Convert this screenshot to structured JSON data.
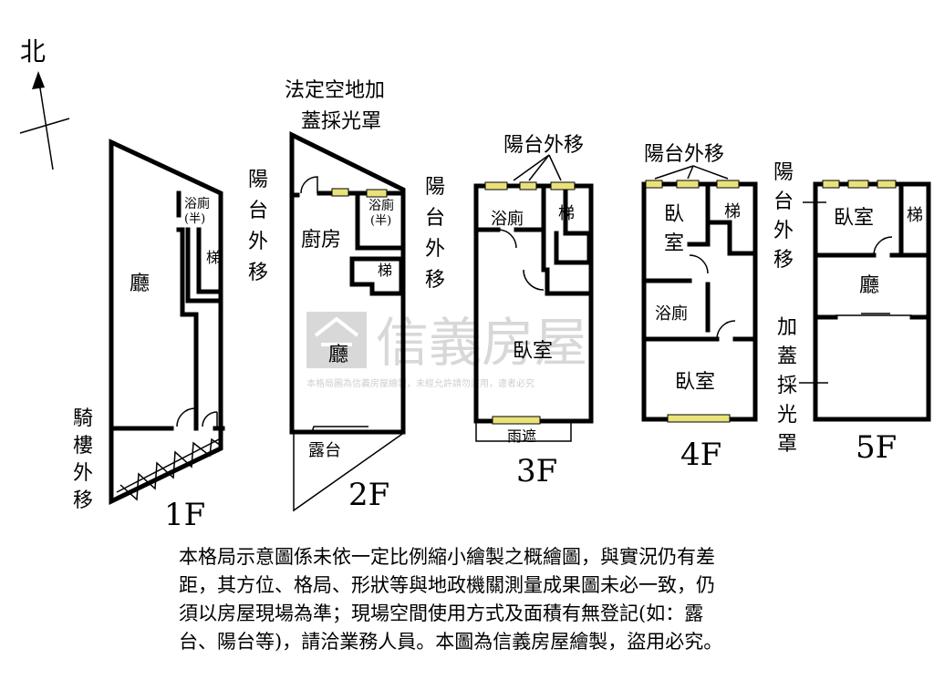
{
  "compass": {
    "north": "北"
  },
  "watermark": {
    "brand": "信義房屋",
    "notice": "本格局圖為信義房屋繪製，未經允許請勿盜用，違者必究"
  },
  "floors": {
    "f1": {
      "name": "1F",
      "rooms": {
        "hall": "廳",
        "bath": "浴廁",
        "bath_note": "(半)",
        "stairs": "梯"
      },
      "side_note": [
        "騎",
        "樓",
        "外",
        "移"
      ]
    },
    "f2": {
      "name": "2F",
      "top_note": [
        "法定空地加",
        "蓋採光罩"
      ],
      "left_note": [
        "陽",
        "台",
        "外",
        "移"
      ],
      "right_note": [
        "陽",
        "台",
        "外",
        "移"
      ],
      "rooms": {
        "kitchen": "廚房",
        "bath": "浴廁",
        "bath_note": "(半)",
        "stairs": "梯",
        "hall": "廳",
        "terrace": "露台"
      }
    },
    "f3": {
      "name": "3F",
      "top_note": "陽台外移",
      "rooms": {
        "bath": "浴廁",
        "stairs": "梯",
        "bedroom": "臥室",
        "canopy": "雨遮"
      }
    },
    "f4": {
      "name": "4F",
      "top_note": "陽台外移",
      "rooms": {
        "bedroom_top": [
          "臥",
          "室"
        ],
        "stairs": "梯",
        "bath": "浴廁",
        "bedroom_bottom": "臥室"
      }
    },
    "f5": {
      "name": "5F",
      "left_note": [
        "陽",
        "台",
        "外",
        "移"
      ],
      "right_note": [
        "加",
        "蓋",
        "採",
        "光",
        "罩"
      ],
      "rooms": {
        "bedroom": "臥室",
        "stairs": "梯",
        "hall": "廳"
      }
    }
  },
  "disclaimer": [
    "本格局示意圖係未依一定比例縮小繪製之概繪圖，與實況仍有差",
    "距，其方位、格局、形狀等與地政機關測量成果圖未必一致，仍",
    "須以房屋現場為準；現場空間使用方式及面積有無登記(如：露",
    "台、陽台等)，請洽業務人員。本圖為信義房屋繪製，盜用必究。"
  ]
}
